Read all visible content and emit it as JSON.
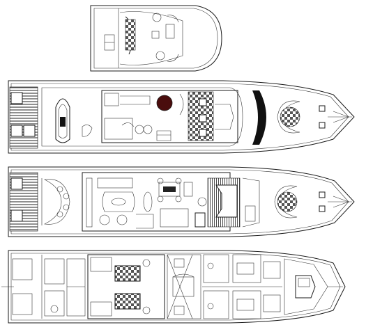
{
  "drawing": {
    "line_color": "#1a1a1a",
    "accent_color": "#4a0d0d",
    "decks": [
      "flybridge-deck",
      "upper-deck",
      "main-deck",
      "lower-deck"
    ]
  }
}
